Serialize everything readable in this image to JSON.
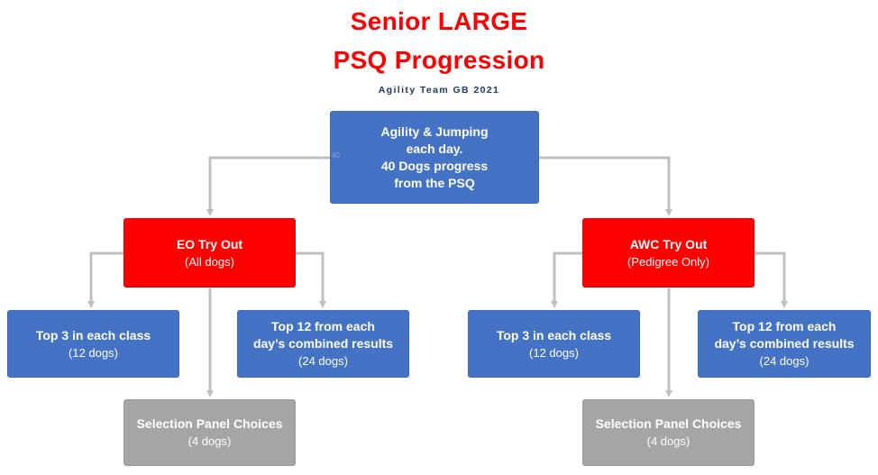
{
  "title_line1": "Senior LARGE",
  "title_line2": "PSQ Progression",
  "subtitle": "Agility Team GB 2021",
  "stray_label": "40",
  "root": {
    "lines": [
      "Agility & Jumping",
      "each day.",
      "40 Dogs progress",
      "from the PSQ"
    ]
  },
  "left": {
    "tryout": {
      "title": "EO Try Out",
      "detail": "(All dogs)"
    },
    "top3": {
      "title": "Top 3 in each class",
      "detail": "(12 dogs)"
    },
    "top12": {
      "title_line1": "Top 12 from each",
      "title_line2": "day’s combined results",
      "detail": "(24 dogs)"
    },
    "panel": {
      "title": "Selection Panel Choices",
      "detail": "(4 dogs)"
    }
  },
  "right": {
    "tryout": {
      "title": "AWC Try Out",
      "detail": "(Pedigree Only)"
    },
    "top3": {
      "title": "Top 3 in each class",
      "detail": "(12 dogs)"
    },
    "top12": {
      "title_line1": "Top 12 from each",
      "title_line2": "day’s combined results",
      "detail": "(24 dogs)"
    },
    "panel": {
      "title": "Selection Panel Choices",
      "detail": "(4 dogs)"
    }
  },
  "colors": {
    "title": "#ff0000",
    "subtitle": "#1f3864",
    "blue_box": "#4472c4",
    "red_box": "#ff0000",
    "gray_box": "#a5a5a5",
    "connector": "#bfbfbf"
  }
}
